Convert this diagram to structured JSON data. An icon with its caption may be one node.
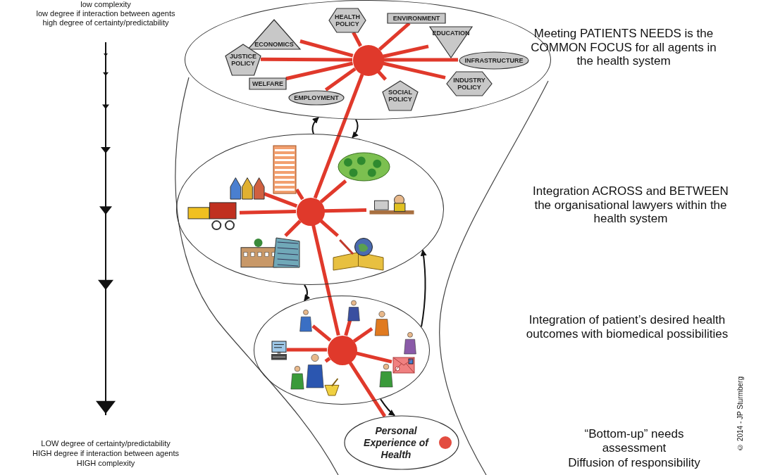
{
  "diagram": {
    "nodes": [
      {
        "text": [],
        "shape": "ellipse"
      },
      {
        "text": [
          "ENVIRONMENT"
        ],
        "in": 0
      },
      {
        "text": [
          "ECONOMICS"
        ],
        "in": 0
      },
      {
        "text": [
          "HEALTH POLICY"
        ],
        "in": 0
      },
      {
        "text": [
          "EDUCATION"
        ],
        "in": 0
      },
      {
        "text": [
          "JUSTICE POLICY"
        ],
        "in": 0
      },
      {
        "text": [
          "WELFARE"
        ],
        "in": 0
      },
      {
        "text": [
          "INFRASTRUCTURE"
        ],
        "in": 0
      },
      {
        "text": [
          "EMPLOYMENT"
        ],
        "in": 0
      },
      {
        "text": [
          "SOCIAL POLICY"
        ],
        "in": 0
      },
      {
        "text": [
          "INDUSTRY POLICY"
        ],
        "in": 0
      },
      {
        "text": [],
        "shape": "circle",
        "in": 0
      },
      {
        "text": [],
        "shape": "ellipse"
      },
      {
        "text": [],
        "shape": "picture",
        "in": 12
      },
      {
        "text": [],
        "shape": "picture",
        "in": 12
      },
      {
        "text": [],
        "shape": "picture",
        "in": 12
      },
      {
        "text": [],
        "shape": "picture",
        "in": 12
      },
      {
        "text": [],
        "shape": "picture",
        "in": 12
      },
      {
        "text": [],
        "shape": "picture",
        "in": 12
      },
      {
        "text": [],
        "shape": "picture",
        "in": 12
      },
      {
        "text": [],
        "shape": "circle",
        "in": 12
      },
      {
        "text": [],
        "shape": "ellipse"
      },
      {
        "text": [],
        "shape": "person",
        "in": 21
      },
      {
        "text": [],
        "shape": "person",
        "in": 21
      },
      {
        "text": [],
        "shape": "person",
        "in": 21
      },
      {
        "text": [],
        "shape": "picture",
        "in": 21
      },
      {
        "text": [],
        "shape": "person",
        "in": 21
      },
      {
        "text": [],
        "shape": "picture",
        "in": 21
      },
      {
        "text": [],
        "shape": "person",
        "in": 21
      },
      {
        "text": [],
        "shape": "picture",
        "in": 21
      },
      {
        "text": [],
        "shape": "person",
        "in": 21
      },
      {
        "text": [],
        "shape": "person",
        "in": 21
      },
      {
        "text": [],
        "shape": "circle",
        "in": 21
      },
      {
        "text": [
          "Personal Experience of Health"
        ]
      }
    ],
    "edges": [
      {
        "from": 11,
        "to": 1,
        "arrow": "none"
      },
      {
        "from": 11,
        "to": 2,
        "arrow": "none"
      },
      {
        "from": 11,
        "to": 3,
        "arrow": "none"
      },
      {
        "from": 11,
        "to": 4,
        "arrow": "none"
      },
      {
        "from": 11,
        "to": 5,
        "arrow": "none"
      },
      {
        "from": 11,
        "to": 6,
        "arrow": "none"
      },
      {
        "from": 11,
        "to": 7,
        "arrow": "none"
      },
      {
        "from": 11,
        "to": 8,
        "arrow": "none"
      },
      {
        "from": 11,
        "to": 9,
        "arrow": "none"
      },
      {
        "from": 11,
        "to": 10,
        "arrow": "none"
      },
      {
        "from": 20,
        "to": 13,
        "arrow": "none"
      },
      {
        "from": 20,
        "to": 14,
        "arrow": "none"
      },
      {
        "from": 20,
        "to": 15,
        "arrow": "none"
      },
      {
        "from": 20,
        "to": 16,
        "arrow": "none"
      },
      {
        "from": 20,
        "to": 17,
        "arrow": "none"
      },
      {
        "from": 20,
        "to": 18,
        "arrow": "none"
      },
      {
        "from": 20,
        "to": 19,
        "arrow": "none"
      },
      {
        "from": 32,
        "to": 30,
        "arrow": "none"
      },
      {
        "from": 32,
        "to": 31,
        "arrow": "none"
      },
      {
        "from": 32,
        "to": 22,
        "arrow": "none"
      },
      {
        "from": 32,
        "to": 23,
        "arrow": "none"
      },
      {
        "from": 32,
        "to": 25,
        "arrow": "none"
      },
      {
        "from": 32,
        "to": 29,
        "arrow": "none"
      },
      {
        "from": 33,
        "to": 32,
        "arrow": "none"
      },
      {
        "from": 32,
        "to": 20,
        "arrow": "none"
      },
      {
        "from": 20,
        "to": 11,
        "arrow": "none"
      },
      {
        "from": 12,
        "to": 0,
        "arrow": "to",
        "color": "#111111"
      },
      {
        "from": 0,
        "to": 12,
        "arrow": "to",
        "color": "#111111"
      },
      {
        "from": 21,
        "to": 12,
        "arrow": "to",
        "color": "#111111"
      },
      {
        "from": 12,
        "to": 21,
        "arrow": "to",
        "color": "#111111"
      },
      {
        "from": 21,
        "to": 33,
        "arrow": "to",
        "color": "#111111"
      }
    ],
    "labels": [
      "low complexity",
      "low degree if interaction between agents",
      "high degree of certainty/predictability",
      "Meeting PATIENTS NEEDS is the COMMON FOCUS for all agents in the health system",
      "Integration ACROSS and BETWEEN the organisational lawyers within the health system",
      "Integration of patient’s desired health outcomes with biomedical possibilities",
      "“Bottom-up” needs assessment",
      "Diffusion of responsibility",
      "LOW degree of certainty/predictability",
      "HIGH degree if interaction between agents",
      "HIGH complexity",
      "© 2014 - JP Sturmberg"
    ]
  }
}
